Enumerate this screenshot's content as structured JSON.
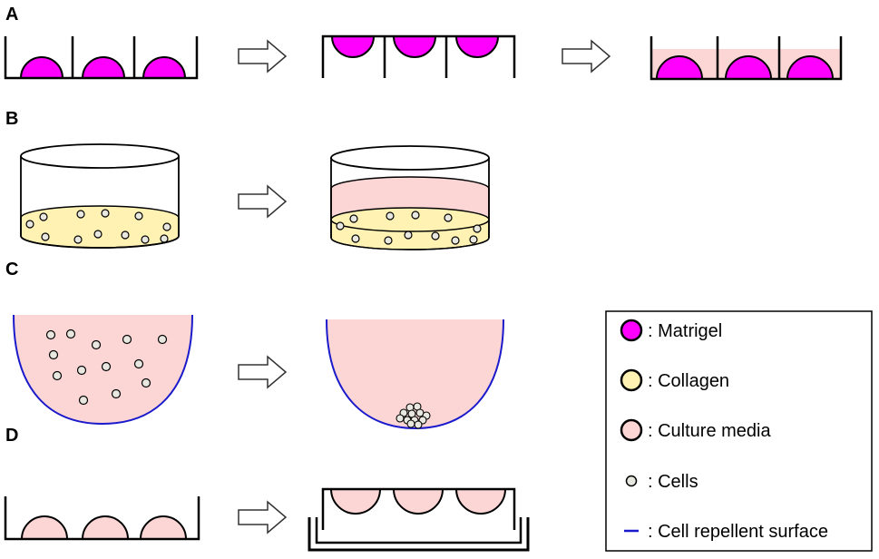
{
  "panels": [
    {
      "label": "A"
    },
    {
      "label": "B"
    },
    {
      "label": "C"
    },
    {
      "label": "D"
    }
  ],
  "legend": {
    "items": [
      {
        "text": ": Matrigel",
        "icon": "matrigel-swatch-icon",
        "color": "#ff00ff"
      },
      {
        "text": ": Collagen",
        "icon": "collagen-swatch-icon",
        "color": "#fff2b3"
      },
      {
        "text": ": Culture media",
        "icon": "culture-media-swatch-icon",
        "color": "#fcd5d5"
      },
      {
        "text": ": Cells",
        "icon": "cell-swatch-icon",
        "color": "#e8e8e0"
      },
      {
        "text": ": Cell repellent surface",
        "icon": "cell-repellent-line-icon",
        "color": "#1a1acc"
      }
    ]
  },
  "colors": {
    "matrigel": "#ff00ff",
    "collagen": "#fff2b3",
    "media": "#fcd5d5",
    "cell": "#e8e8e0",
    "repellent": "#1a1acc",
    "outline": "#000000"
  }
}
